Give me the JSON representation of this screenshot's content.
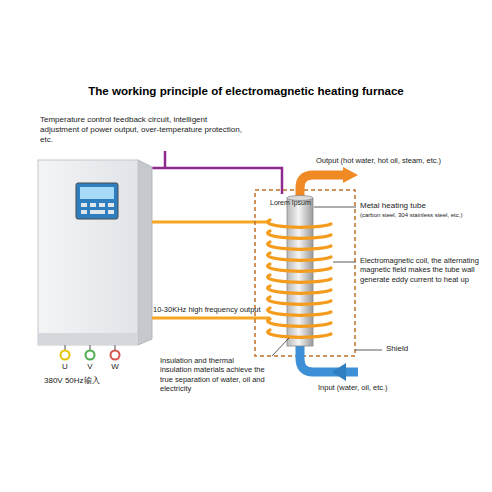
{
  "diagram": {
    "title": "The working principle of electromagnetic heating furnace",
    "labels": [
      "Temperature control feedback circuit, intelligent adjustment of power output, over-temperature protection, etc.",
      "Output (hot water, hot oil, steam, etc.)",
      "Lorem Ipsum",
      "Metal heating tube",
      "(carbon steel, 304 stainless steel, etc.)",
      "Electromagnetic coil, the alternating magnetic field makes the tube wall generate eddy current to heat up",
      "10-30KHz high frequency output",
      "Shield",
      "Input (water, oil, etc.)",
      "U",
      "V",
      "W",
      "380V 50Hz输入",
      "Insulation and thermal insulation materials achieve the true separation of water, oil and electricity"
    ]
  }
}
